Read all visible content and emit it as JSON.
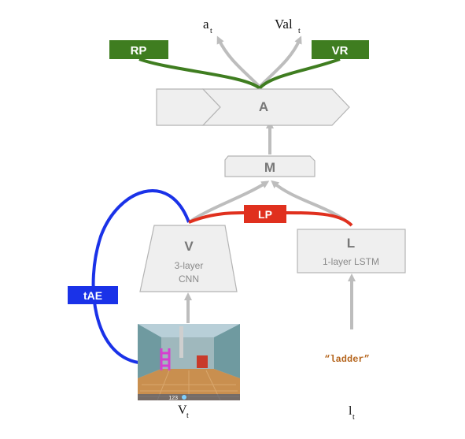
{
  "nodes": {
    "A": {
      "label": "A"
    },
    "M": {
      "label": "M"
    },
    "V": {
      "label": "V",
      "sub1": "3-layer",
      "sub2": "CNN"
    },
    "L": {
      "label": "L",
      "sub": "1-layer LSTM"
    }
  },
  "tags": {
    "RP": "RP",
    "VR": "VR",
    "LP": "LP",
    "tAE": "tAE"
  },
  "outputs": {
    "a": "a",
    "a_sub": "t",
    "val": "Val",
    "val_sub": "t"
  },
  "inputs": {
    "instruction": "“ladder”",
    "v": "V",
    "v_sub": "t",
    "l": "l",
    "l_sub": "t"
  },
  "screenshot": {
    "hud_text": "123"
  },
  "colors": {
    "box_fill": "#efefef",
    "box_stroke": "#b4b4b4",
    "arrow": "#bdbdbd",
    "green": "#3f7d20",
    "red": "#e0301e",
    "blue": "#1a32e8",
    "instruction": "#b5651d"
  }
}
